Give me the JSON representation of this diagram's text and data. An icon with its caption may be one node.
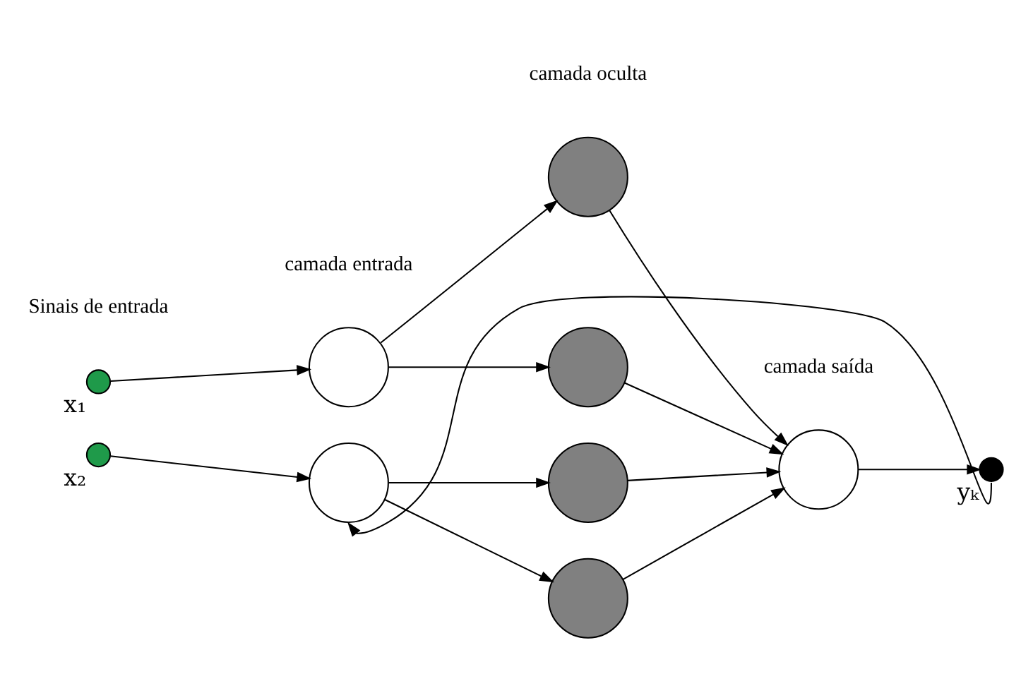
{
  "diagram": {
    "nodes": [
      {
        "text": [],
        "shape": "circle",
        "beside": [
          "x₁"
        ]
      },
      {
        "text": [],
        "shape": "circle",
        "beside": [
          "x₂"
        ]
      },
      {
        "text": [],
        "shape": "circle"
      },
      {
        "text": [],
        "shape": "circle"
      },
      {
        "text": [],
        "shape": "circle"
      },
      {
        "text": [],
        "shape": "circle"
      },
      {
        "text": [],
        "shape": "circle"
      },
      {
        "text": [],
        "shape": "circle"
      },
      {
        "text": [],
        "shape": "circle"
      },
      {
        "text": [],
        "shape": "circle",
        "beside": [
          "yₖ"
        ]
      }
    ],
    "edges": [
      {
        "from": 0,
        "to": 2,
        "arrow": "to"
      },
      {
        "from": 1,
        "to": 3,
        "arrow": "to"
      },
      {
        "from": 2,
        "to": 4,
        "arrow": "to"
      },
      {
        "from": 2,
        "to": 5,
        "arrow": "to"
      },
      {
        "from": 3,
        "to": 6,
        "arrow": "to"
      },
      {
        "from": 3,
        "to": 7,
        "arrow": "to"
      },
      {
        "from": 4,
        "to": 8,
        "arrow": "to"
      },
      {
        "from": 5,
        "to": 8,
        "arrow": "to"
      },
      {
        "from": 6,
        "to": 8,
        "arrow": "to"
      },
      {
        "from": 7,
        "to": 8,
        "arrow": "to"
      },
      {
        "from": 8,
        "to": 9,
        "arrow": "to"
      },
      {
        "from": 9,
        "to": 3,
        "arrow": "to"
      }
    ],
    "labels": [
      "Sinais de entrada",
      "camada entrada",
      "camada oculta",
      "camada saída"
    ]
  }
}
